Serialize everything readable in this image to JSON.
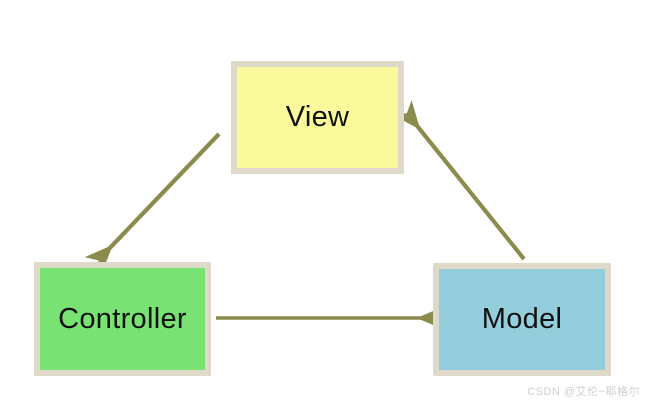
{
  "diagram": {
    "title": "MVC architecture diagram",
    "background_color": "#ffffff",
    "node_border_color": "#ded9c9",
    "arrow_color": "#8b8b4d",
    "nodes": [
      {
        "id": "view",
        "label": "View",
        "fill_color": "#fafa9c",
        "text_color": "#111111"
      },
      {
        "id": "controller",
        "label": "Controller",
        "fill_color": "#78e273",
        "text_color": "#111111"
      },
      {
        "id": "model",
        "label": "Model",
        "fill_color": "#94cedd",
        "text_color": "#111111"
      }
    ],
    "edges": [
      {
        "id": "view-to-controller",
        "from": "view",
        "to": "controller",
        "label": "",
        "direction": "down-left"
      },
      {
        "id": "controller-to-model",
        "from": "controller",
        "to": "model",
        "label": "",
        "direction": "right"
      },
      {
        "id": "model-to-view",
        "from": "model",
        "to": "view",
        "label": "",
        "direction": "up-left"
      }
    ]
  },
  "watermark": {
    "text": "CSDN @艾伦~耶格尔",
    "color": "#cfcfcf"
  }
}
